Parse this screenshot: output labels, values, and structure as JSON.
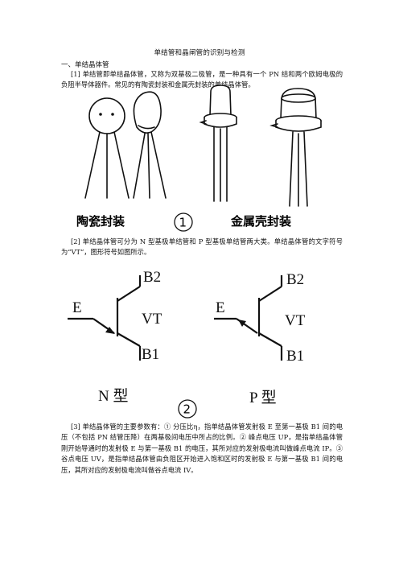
{
  "document": {
    "title": "单结管和晶闸管的识别与检测",
    "section_heading": "一、单结晶体管",
    "paragraph_1": "[1] 单结管即单结晶体管，又称为双基极二极管，是一种具有一个 PN 结和两个欧姆电极的负阻半导体器件。常见的有陶瓷封装和金属壳封装的单结晶体管。",
    "paragraph_2": "[2] 单结晶体管可分为 N 型基极单结管和 P 型基极单结管两大类。单结晶体管的文字符号为“VT”，图形符号如图所示。",
    "paragraph_3": "[3] 单结晶体管的主要参数有：① 分压比η，指单结晶体管发射极 E 至第一基极 B1 间的电压（不包括 PN 结管压降）在两基极间电压中所占的比例。② 峰点电压 UP，是指单结晶体管刚开始导通时的发射极 E 与第一基极 B1 的电压，其所对应的发射极电流叫做峰点电流 IP。③ 谷点电压 UV，是指单结晶体管由负阻区开始进入饱和区时的发射极 E 与第一基极 B1 间的电压，其所对应的发射极电流叫做谷点电流 IV。"
  },
  "figure_1": {
    "label_ceramic": "陶瓷封装",
    "label_number": "①",
    "label_metal": "金属壳封装"
  },
  "figure_2": {
    "n_type": {
      "emitter": "E",
      "base2": "B2",
      "name": "VT",
      "base1": "B1",
      "caption": "N 型"
    },
    "p_type": {
      "emitter": "E",
      "base2": "B2",
      "name": "VT",
      "base1": "B1",
      "caption": "P 型"
    },
    "label_number": "②"
  }
}
